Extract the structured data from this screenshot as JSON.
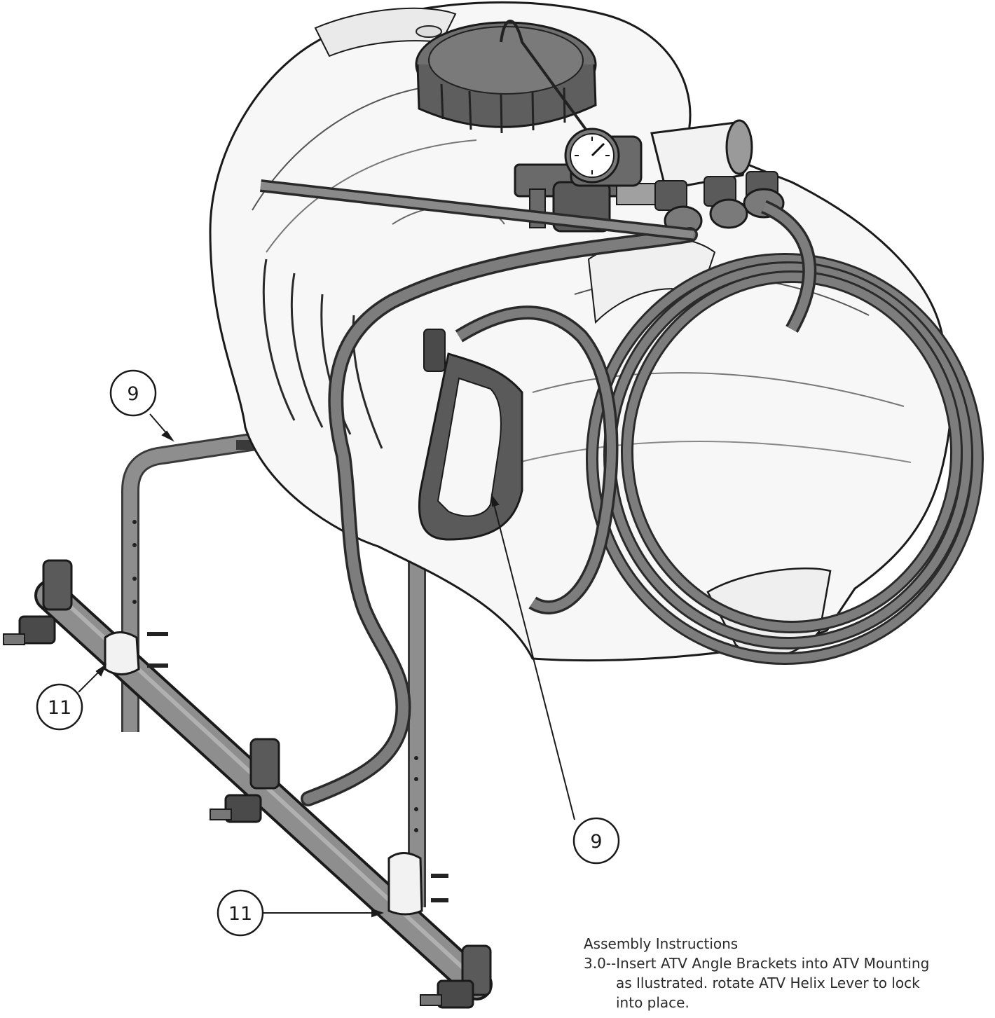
{
  "callouts": [
    {
      "label": "9"
    },
    {
      "label": "11"
    },
    {
      "label": "9"
    },
    {
      "label": "11"
    }
  ],
  "instructions": {
    "title": "Assembly Instructions",
    "line1": "3.0--Insert ATV Angle Brackets into ATV Mounting",
    "line2": "as Ilustrated. rotate ATV Helix Lever to lock",
    "line3": "into place."
  }
}
